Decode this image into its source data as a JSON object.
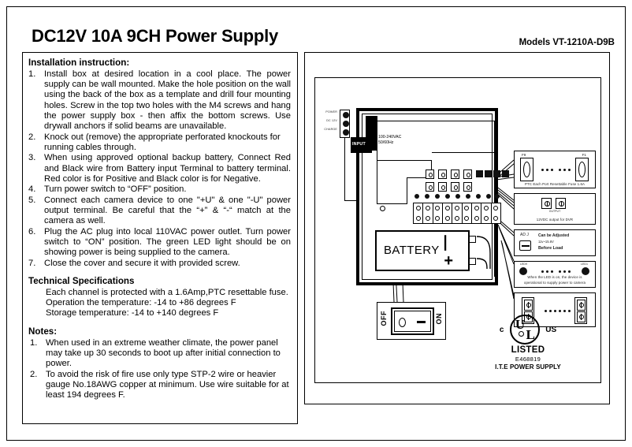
{
  "header": {
    "title": "DC12V 10A 9CH Power Supply",
    "models": "Models VT-1210A-D9B"
  },
  "instructions": {
    "heading": "Installation instruction:",
    "steps": [
      {
        "num": "1.",
        "text": "Install box at desired location in a cool place. The power supply can be wall mounted. Make the hole position on the wall using the back of the box as a template and drill four mounting holes. Screw in the top two holes with the M4 screws and hang the power supply box - then affix the bottom screws. Use drywall anchors if solid beams are unavailable."
      },
      {
        "num": "2.",
        "text": "Knock out (remove) the appropriate perforated knockouts for running cables through."
      },
      {
        "num": "3.",
        "text": "When using approved optional backup battery, Connect Red and Black wire from Battery input Terminal to battery terminal. Red color is for Positive and Black color is for Negative."
      },
      {
        "num": "4.",
        "text": "Turn power switch to “OFF” position."
      },
      {
        "num": "5.",
        "text": "Connect each camera device to one \"+U\" & one \"-U\" power output terminal. Be careful that the “+” & “-“ match at the camera as well."
      },
      {
        "num": "6.",
        "text": "Plug the AC plug into local 110VAC power outlet. Turn power switch to “ON” position. The green LED light should be on showing power is being supplied to the camera."
      },
      {
        "num": "7.",
        "text": "Close the cover and secure it with provided screw."
      }
    ]
  },
  "specifications": {
    "heading": "Technical Specifications",
    "lines": [
      "Each channel is protected with a 1.6Amp,PTC resettable fuse.",
      "Operation the temperature: -14 to +86 degrees F",
      "Storage temperature: -14 to +140 degrees F"
    ]
  },
  "notes": {
    "heading": "Notes:",
    "items": [
      {
        "num": "1.",
        "text": "When used in an extreme weather climate, the power panel may take up 30 seconds to boot up after initial connection to power."
      },
      {
        "num": "2.",
        "text": "To avoid the risk of fire use only type STP-2 wire or heavier gauge No.18AWG copper at minimum. Use wire suitable for at least 194 degrees F."
      }
    ]
  },
  "diagram": {
    "leds": [
      {
        "label": "POWER"
      },
      {
        "label": "DC 12V"
      },
      {
        "label": "CHARGE"
      }
    ],
    "input_label": "INPUT",
    "ac_rating_line1": "100-240VAC",
    "ac_rating_line2": "50/60Hz",
    "battery_label": "BATTERY",
    "battery_minus": "❘",
    "battery_plus": "+",
    "switch_off": "OFF",
    "switch_on": "ON",
    "callouts": {
      "fuse": {
        "tag_left": "F9",
        "tag_right": "F1",
        "caption": "PTC Each Port Resettable Fuse 1.6A"
      },
      "dvr": {
        "caption": "12VDC output for DVR",
        "terminal_label": "OUTPUT"
      },
      "adj": {
        "tag": "AD J",
        "line1": "Can be Adjusted",
        "line2": "11v~15.6V",
        "line3": "Before Load"
      },
      "led_note": {
        "tag_left": "LED9",
        "tag_right": "LED1",
        "line1": "When the LED is on, the device is",
        "line2": "operational to supply power to camera"
      }
    },
    "ul": {
      "c": "c",
      "us": "US",
      "u": "U",
      "l": "L",
      "listed": "LISTED",
      "file": "E468819",
      "category": "I.T.E POWER SUPPLY"
    }
  }
}
